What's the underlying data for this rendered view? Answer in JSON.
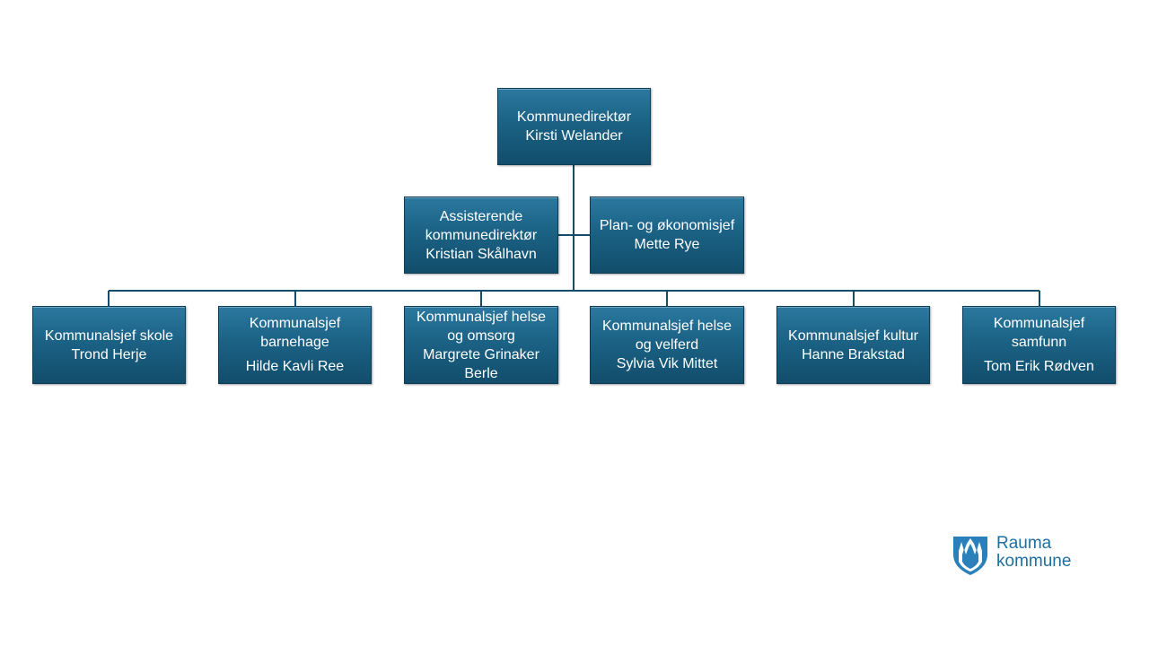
{
  "org_chart": {
    "director": {
      "title": "Kommunedirektør",
      "name": "Kirsti Welander"
    },
    "staff": [
      {
        "title_line1": "Assisterende",
        "title_line2": "kommunedirektør",
        "name": "Kristian Skålhavn"
      },
      {
        "title": "Plan- og økonomisjef",
        "name": "Mette Rye"
      }
    ],
    "chiefs": [
      {
        "title": "Kommunalsjef skole",
        "name": "Trond Herje"
      },
      {
        "title_line1": "Kommunalsjef",
        "title_line2": "barnehage",
        "name": "Hilde Kavli Ree"
      },
      {
        "title_line1": "Kommunalsjef helse",
        "title_line2": "og omsorg",
        "name_line1": "Margrete Grinaker",
        "name_line2": "Berle"
      },
      {
        "title_line1": "Kommunalsjef helse",
        "title_line2": "og velferd",
        "name": "Sylvia Vik Mittet"
      },
      {
        "title": "Kommunalsjef kultur",
        "name": "Hanne Brakstad"
      },
      {
        "title_line1": "Kommunalsjef",
        "title_line2": "samfunn",
        "name": "Tom Erik Rødven"
      }
    ]
  },
  "logo": {
    "line1": "Rauma",
    "line2": "kommune",
    "icon": "rauma-coat-of-arms-icon"
  },
  "colors": {
    "box": "#1b6285",
    "connector": "#124d6b",
    "logo_text": "#1f6f9e"
  }
}
